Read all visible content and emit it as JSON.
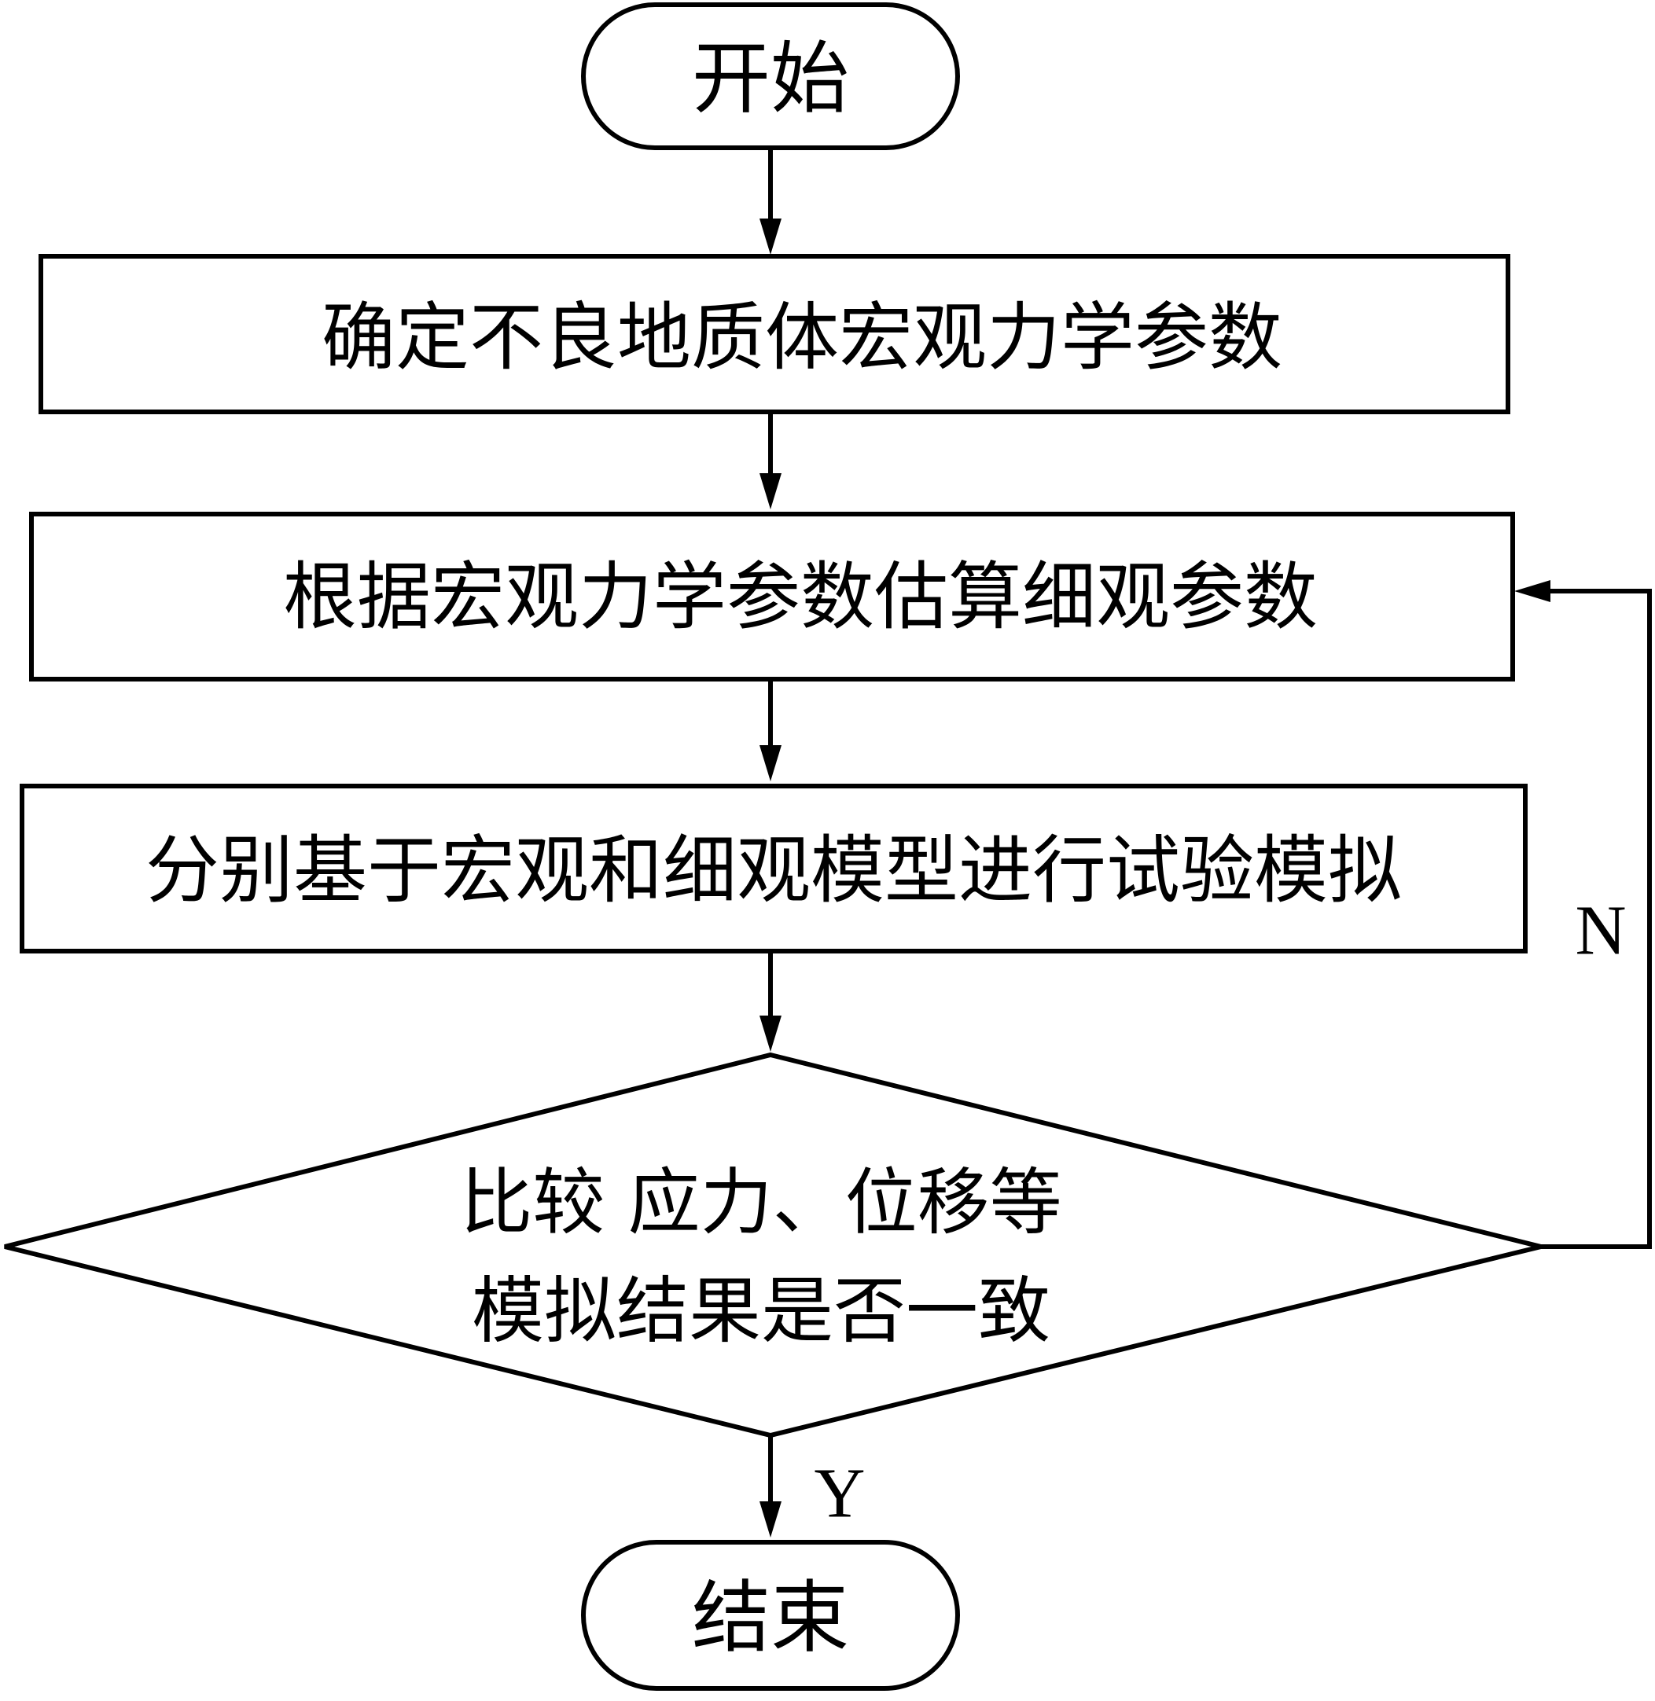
{
  "flowchart": {
    "start": {
      "label": "开始"
    },
    "step1": {
      "label": "确定不良地质体宏观力学参数"
    },
    "step2": {
      "label": "根据宏观力学参数估算细观参数"
    },
    "step3": {
      "label": "分别基于宏观和细观模型进行试验模拟"
    },
    "decision": {
      "line1": "比较 应力、位移等",
      "line2": "模拟结果是否一致"
    },
    "end": {
      "label": "结束"
    },
    "branches": {
      "no": "N",
      "yes": "Y"
    }
  },
  "colors": {
    "stroke": "#000000",
    "fill": "#ffffff",
    "text": "#000000"
  }
}
